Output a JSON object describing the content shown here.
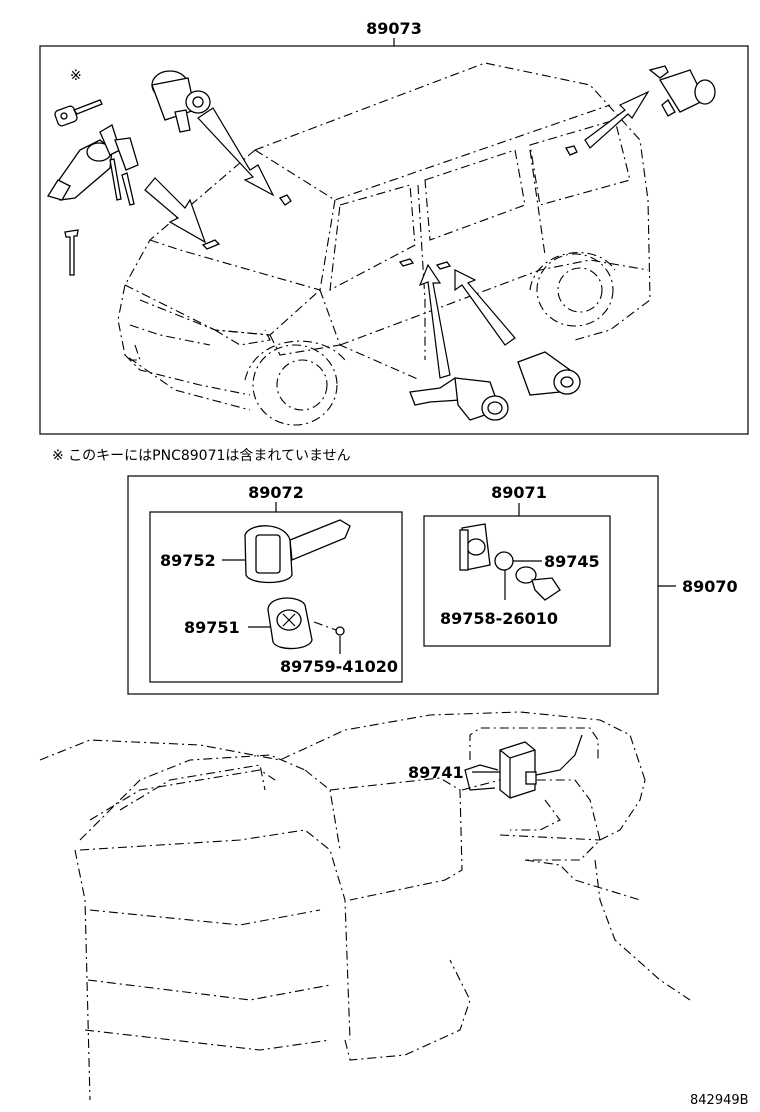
{
  "labels": {
    "top_assembly": "89073",
    "note_mark": "※",
    "note_text": "※  このキーにはPNC89071は含まれていません",
    "key_set": "89072",
    "transponder_set": "89071",
    "set_total": "89070",
    "key_blank": "89752",
    "key_plate": "89751",
    "screw": "89759-41020",
    "chip": "89745",
    "cover": "89758-26010",
    "ecu": "89741",
    "drawing_ref": "842949B"
  }
}
